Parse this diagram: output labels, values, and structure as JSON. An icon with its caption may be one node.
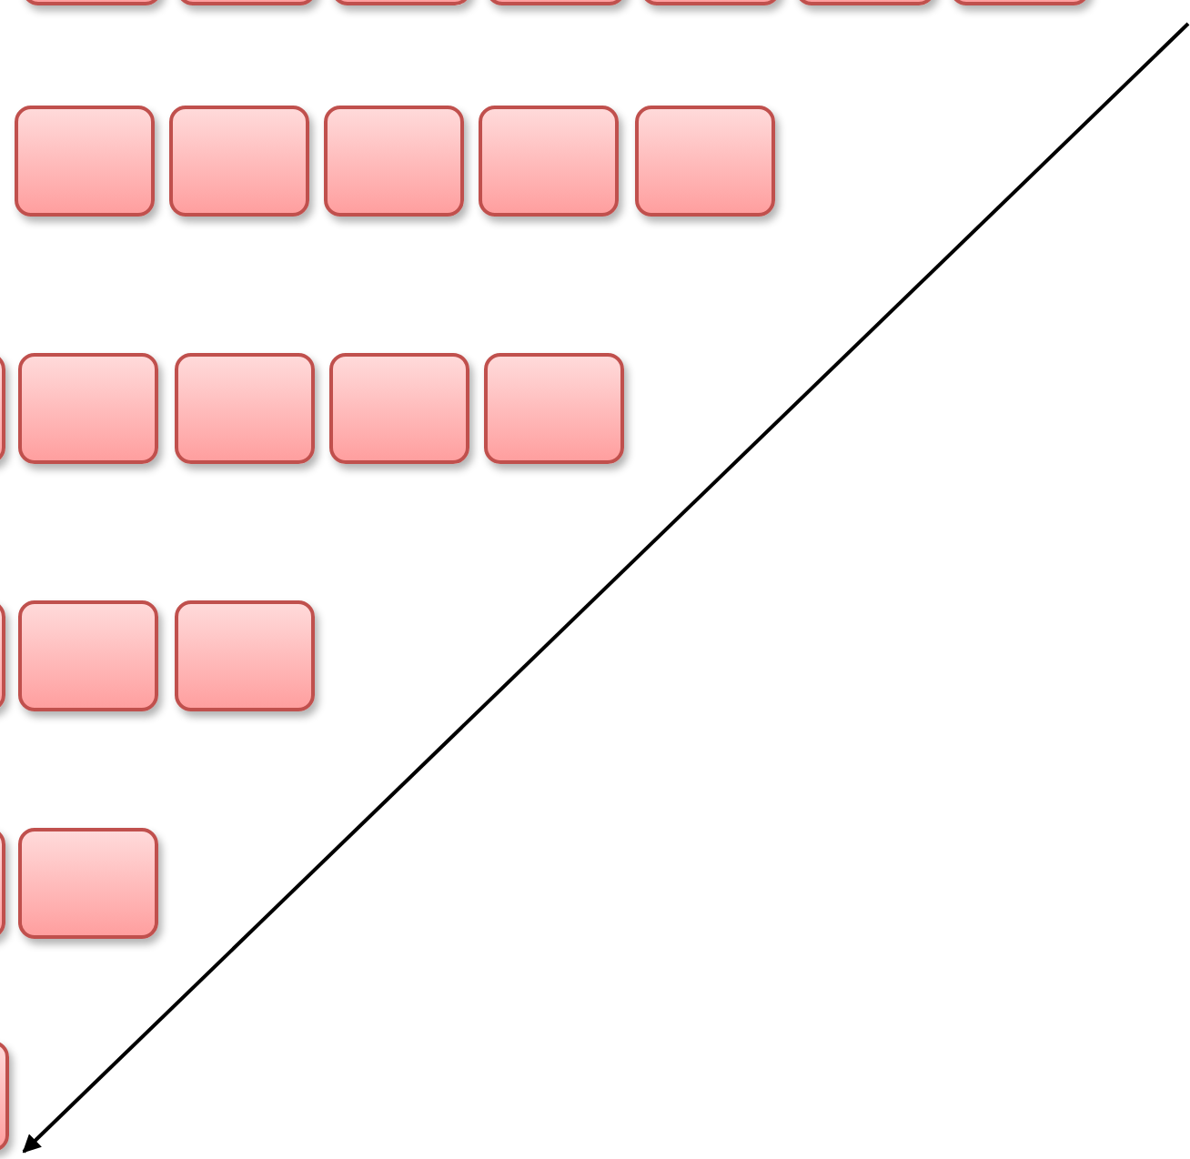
{
  "diagram": {
    "nodes": [
      {
        "text": [],
        "shape": "box"
      },
      {
        "text": [],
        "shape": "box"
      },
      {
        "text": [],
        "shape": "box"
      },
      {
        "text": [],
        "shape": "box"
      },
      {
        "text": [],
        "shape": "box"
      },
      {
        "text": [],
        "shape": "box"
      },
      {
        "text": [],
        "shape": "box"
      },
      {
        "text": [],
        "shape": "box"
      },
      {
        "text": [],
        "shape": "box"
      },
      {
        "text": [],
        "shape": "box"
      },
      {
        "text": [],
        "shape": "box"
      },
      {
        "text": [],
        "shape": "box"
      },
      {
        "text": [],
        "shape": "box"
      },
      {
        "text": [],
        "shape": "box"
      },
      {
        "text": [],
        "shape": "box"
      },
      {
        "text": [],
        "shape": "box"
      },
      {
        "text": [],
        "shape": "box"
      },
      {
        "text": [],
        "shape": "box"
      },
      {
        "text": [],
        "shape": "box"
      },
      {
        "text": [],
        "shape": "box"
      },
      {
        "text": [],
        "shape": "box"
      },
      {
        "text": [],
        "shape": "box"
      },
      {
        "text": [],
        "shape": "box"
      }
    ]
  }
}
